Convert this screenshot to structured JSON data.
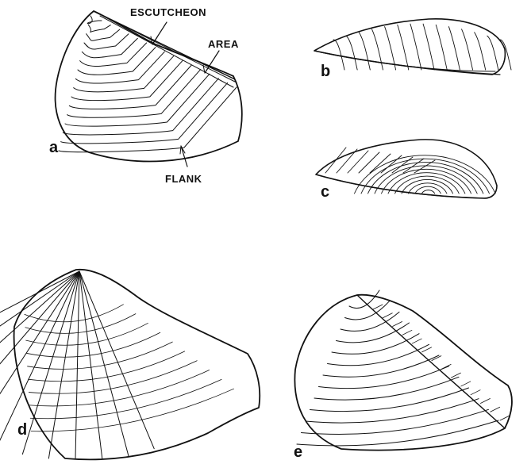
{
  "callouts": {
    "escutcheon": "ESCUTCHEON",
    "area": "AREA",
    "flank": "FLANK"
  },
  "panels": {
    "a": "a",
    "b": "b",
    "c": "c",
    "d": "d",
    "e": "e"
  }
}
